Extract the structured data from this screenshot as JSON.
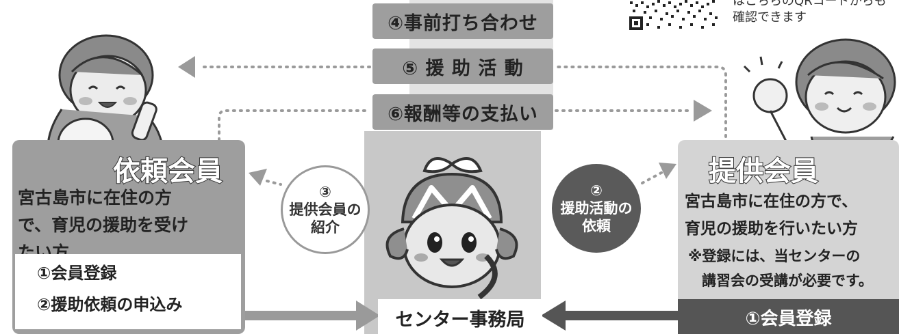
{
  "qr": {
    "text_line1": "はこちらのQRコードからも",
    "text_line2": "確認できます"
  },
  "steps": {
    "step4": "④事前打ち合わせ",
    "step5": "⑤ 援 助 活 動",
    "step6": "⑥報酬等の支払い"
  },
  "requester": {
    "title": "依頼会員",
    "desc_line1": "宮古島市に在住の方",
    "desc_line2": "で、育児の援助を受け",
    "desc_line3": "たい方",
    "list_line1": "①会員登録",
    "list_line2": "②援助依頼の申込み"
  },
  "provider": {
    "title": "提供会員",
    "desc_line1": "宮古島市に在住の方で、",
    "desc_line2": "育児の援助を行いたい方",
    "note_line1": "※登録には、当センターの",
    "note_line2": "講習会の受講が必要です。",
    "register": "①会員登録"
  },
  "center": {
    "label": "センター事務局"
  },
  "circle_intro": {
    "num": "③",
    "line1": "提供会員の",
    "line2": "紹介"
  },
  "circle_request": {
    "num": "②",
    "line1": "援助活動の",
    "line2": "依頼"
  },
  "colors": {
    "panel_gray": "#9e9e9e",
    "light_gray": "#d4d4d4",
    "dark_bar": "#555555"
  }
}
